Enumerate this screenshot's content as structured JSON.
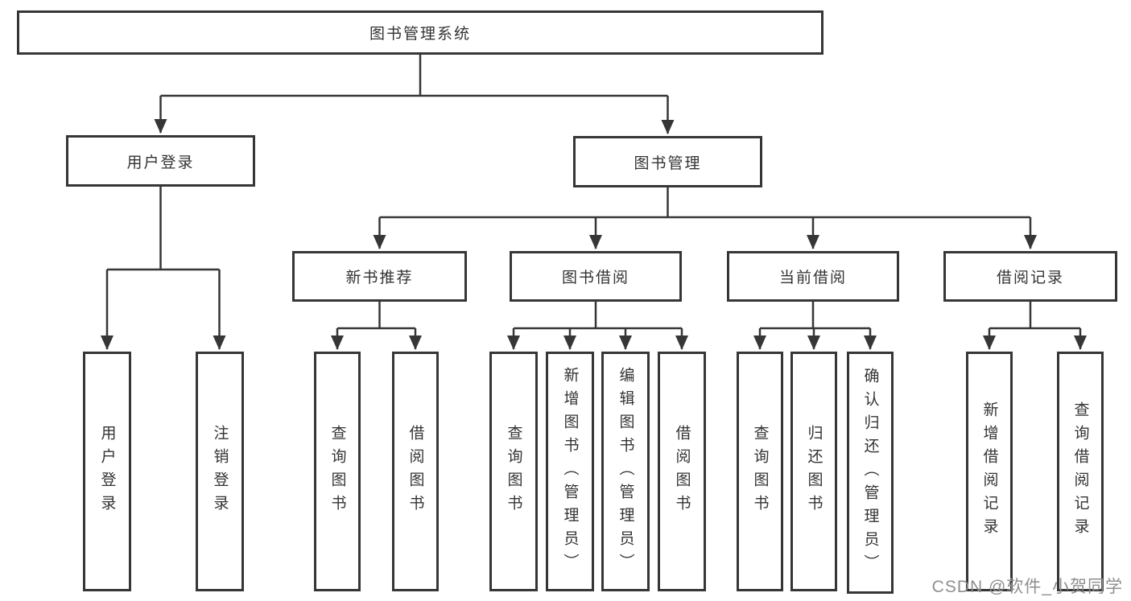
{
  "root": {
    "label": "图书管理系统"
  },
  "branches": [
    {
      "label": "用户登录",
      "children": [
        {
          "label": "用户登录"
        },
        {
          "label": "注销登录"
        }
      ]
    },
    {
      "label": "图书管理",
      "children": [
        {
          "label": "新书推荐",
          "children": [
            {
              "label": "查询图书"
            },
            {
              "label": "借阅图书"
            }
          ]
        },
        {
          "label": "图书借阅",
          "children": [
            {
              "label": "查询图书"
            },
            {
              "label": "新增图书（管理员）"
            },
            {
              "label": "编辑图书（管理员）"
            },
            {
              "label": "借阅图书"
            }
          ]
        },
        {
          "label": "当前借阅",
          "children": [
            {
              "label": "查询图书"
            },
            {
              "label": "归还图书"
            },
            {
              "label": "确认归还（管理员）"
            }
          ]
        },
        {
          "label": "借阅记录",
          "children": [
            {
              "label": "新增借阅记录"
            },
            {
              "label": "查询借阅记录"
            }
          ]
        }
      ]
    }
  ],
  "watermark": "CSDN @软件_小贺同学",
  "colors": {
    "line": "#363636",
    "text": "#333333",
    "watermark": "#8f8f8f",
    "background": "#ffffff"
  }
}
